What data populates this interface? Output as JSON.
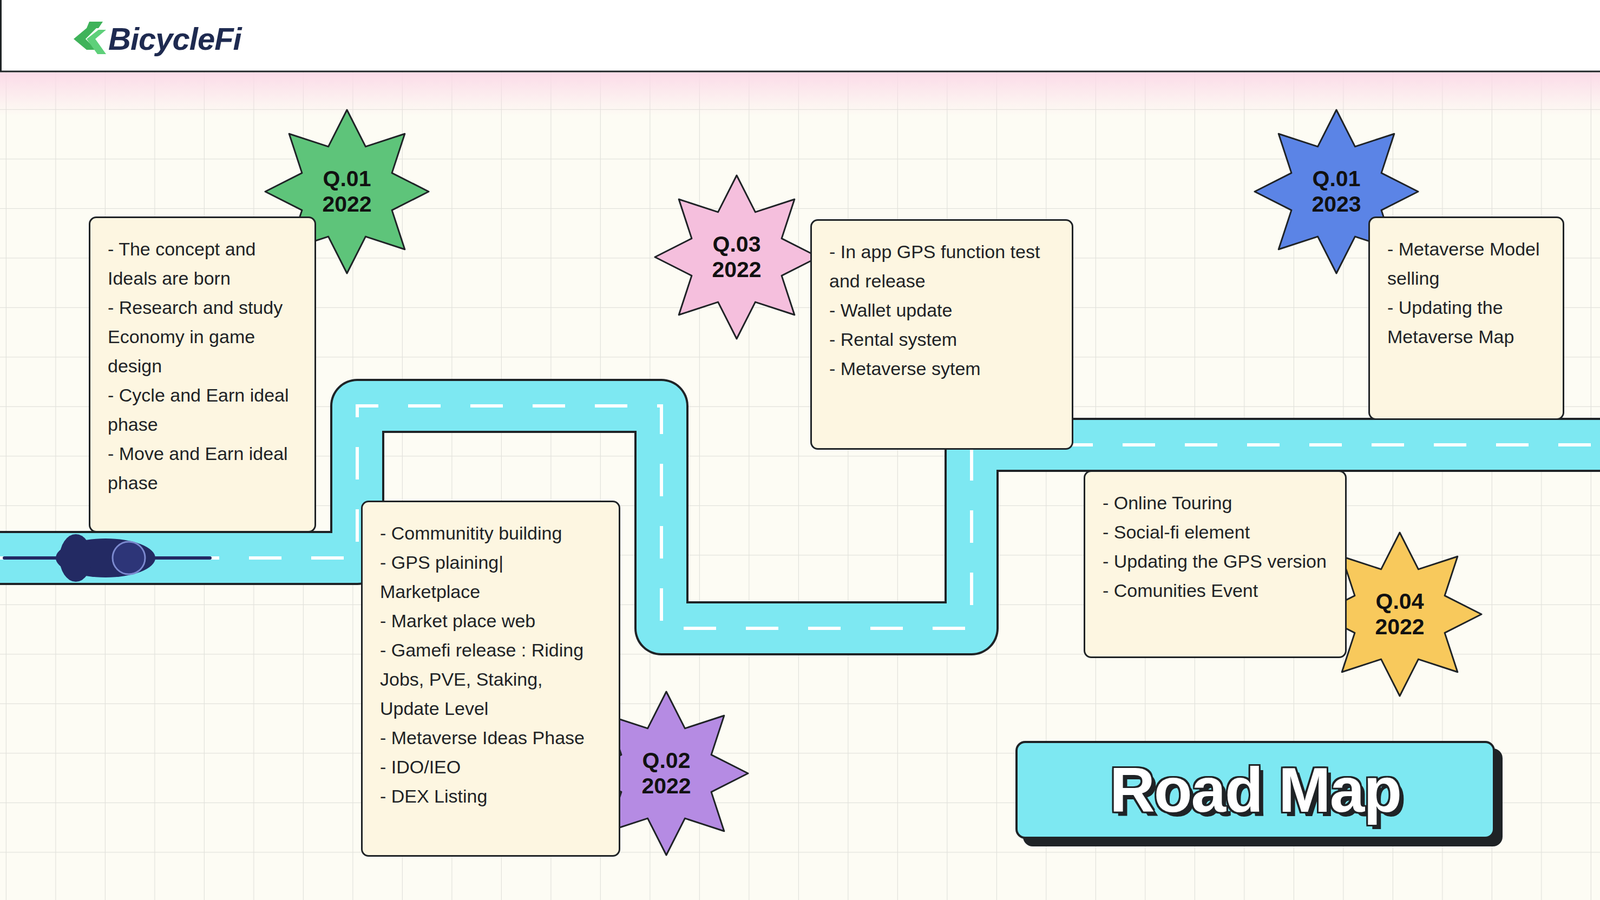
{
  "diagram": {
    "title": "Road Map",
    "nodes": [
      {
        "text": [
          "Q.01 2022"
        ]
      },
      {
        "text": [
          "- The concept and Ideals are born",
          "- Research and study Economy in game design",
          "- Cycle and Earn ideal phase",
          "- Move and Earn ideal phase"
        ]
      },
      {
        "text": [
          "Q.02 2022"
        ]
      },
      {
        "text": [
          "- Communitity building",
          "- GPS plaining| Marketplace",
          "- Market place web",
          "- Gamefi release : Riding Jobs, PVE, Staking, Update Level",
          "- Metaverse Ideas Phase",
          "- IDO/IEO",
          "- DEX Listing"
        ]
      },
      {
        "text": [
          "Q.03 2022"
        ]
      },
      {
        "text": [
          "- In app GPS function test and release",
          "- Wallet update",
          "- Rental system",
          "- Metaverse sytem"
        ]
      },
      {
        "text": [
          "Q.04 2022"
        ]
      },
      {
        "text": [
          "- Online Touring",
          "- Social-fi element",
          "- Updating the GPS version",
          "- Comunities Event"
        ]
      },
      {
        "text": [
          "Q.01 2023"
        ]
      },
      {
        "text": [
          "- Metaverse Model selling",
          "- Updating the Metaverse Map"
        ]
      }
    ],
    "labels": [
      "BicycleFi"
    ]
  }
}
